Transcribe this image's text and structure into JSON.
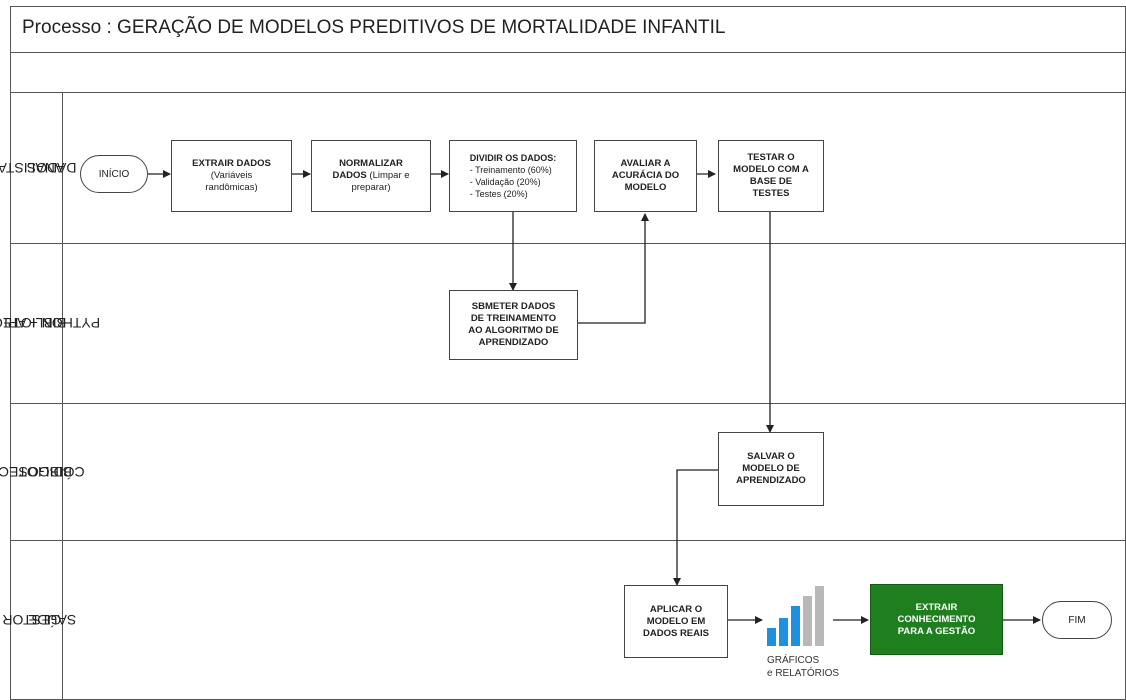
{
  "title": "Processo : GERAÇÃO DE MODELOS PREDITIVOS DE MORTALIDADE INFANTIL",
  "lanes": [
    {
      "label_line1": "ANALISTA DE",
      "label_line2": "DADOS"
    },
    {
      "label_line1": "BIBLIOTECAS",
      "label_line2": "PYTHON + API"
    },
    {
      "label_line1": "BIBLIOTECA DE",
      "label_line2": "CÓDIGOS"
    },
    {
      "label_line1": "GESTOR DA",
      "label_line2": "SAÚDE"
    }
  ],
  "nodes": {
    "inicio": "INÍCIO",
    "extrair_dados": {
      "title": "EXTRAIR DADOS",
      "sub1": "(Variáveis",
      "sub2": "randômicas)"
    },
    "normalizar": {
      "title1": "NORMALIZAR",
      "title2": "DADOS",
      "sub1": "(Limpar e",
      "sub2": "preparar)"
    },
    "dividir": {
      "title": "DIVIDIR OS DADOS:",
      "l1": "- Treinamento (60%)",
      "l2": "- Validação (20%)",
      "l3": "- Testes (20%)"
    },
    "avaliar": {
      "l1": "AVALIAR A",
      "l2": "ACURÁCIA DO",
      "l3": "MODELO"
    },
    "testar": {
      "l1": "TESTAR O",
      "l2": "MODELO COM A",
      "l3": "BASE DE",
      "l4": "TESTES"
    },
    "submeter": {
      "l1": "SBMETER DADOS",
      "l2": "DE TREINAMENTO",
      "l3": "AO ALGORITMO DE",
      "l4": "APRENDIZADO"
    },
    "salvar": {
      "l1": "SALVAR O",
      "l2": "MODELO DE",
      "l3": "APRENDIZADO"
    },
    "aplicar": {
      "l1": "APLICAR O",
      "l2": "MODELO EM",
      "l3": "DADOS REAIS"
    },
    "extrair_conhecimento": {
      "l1": "EXTRAIR",
      "l2": "CONHECIMENTO",
      "l3": "PARA A GESTÃO"
    },
    "fim": "FIM",
    "graficos": {
      "l1": "GRÁFICOS",
      "l2": "e RELATÓRIOS"
    }
  },
  "colors": {
    "green_box": "#1f7f1f",
    "bar_blue": "#1e90e0",
    "bar_gray": "#b8b8b8"
  }
}
